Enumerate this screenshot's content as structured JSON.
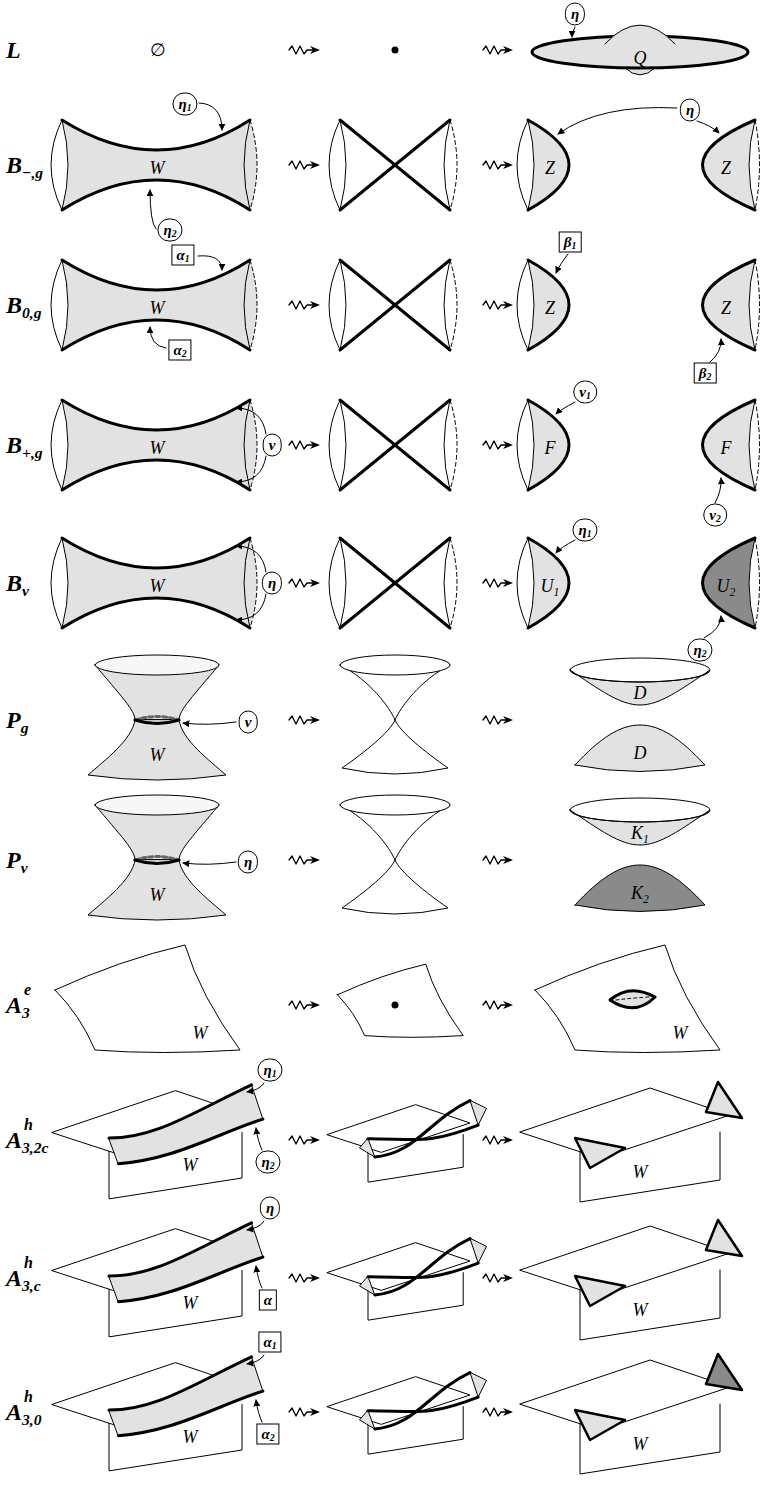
{
  "diagram": {
    "labels": [
      "L",
      "∅",
      "η",
      "Q",
      "B−,g",
      "η1",
      "W",
      "η2",
      "η",
      "Z",
      "Z",
      "B0,g",
      "α1",
      "W",
      "α2",
      "β1",
      "Z",
      "Z",
      "β2",
      "B+,g",
      "W",
      "ν",
      "ν1",
      "F",
      "F",
      "ν2",
      "Bv",
      "W",
      "η",
      "η1",
      "U1",
      "U2",
      "η2",
      "Pg",
      "ν",
      "W",
      "D",
      "D",
      "Pv",
      "η",
      "W",
      "K1",
      "K2",
      "A3",
      "e",
      "W",
      "W",
      "A3,2c",
      "h",
      "η1",
      "η2",
      "W",
      "W",
      "A3,c",
      "h",
      "η",
      "α",
      "W",
      "W",
      "A3,0",
      "h",
      "α1",
      "α2",
      "W",
      "W"
    ]
  }
}
